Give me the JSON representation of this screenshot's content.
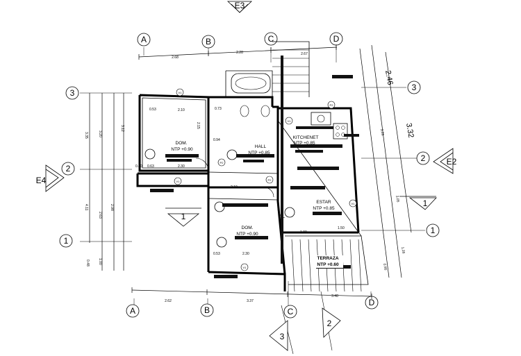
{
  "grid_axes": {
    "top": [
      "A",
      "B",
      "C",
      "D"
    ],
    "bottom": [
      "A",
      "B",
      "C",
      "D"
    ],
    "left": [
      "3",
      "2",
      "1"
    ],
    "right": [
      "3",
      "2",
      "1"
    ]
  },
  "elevation_markers": {
    "top": "E3",
    "left": "E4",
    "right": "E2"
  },
  "section_markers": {
    "left_mid": "1",
    "right_mid": "1",
    "bottom_right": "2",
    "bottom_center": "3"
  },
  "rooms": {
    "dom_upper": {
      "name": "DOM.",
      "level": "NTP +0.90"
    },
    "hall": {
      "name": "HALL",
      "level": "NTP +0.85"
    },
    "kitchenet": {
      "name": "KITCHENET",
      "level": "NTP +0.85"
    },
    "estar": {
      "name": "ESTAR",
      "level": "NTP +0.85"
    },
    "dom_lower": {
      "name": "DOM.",
      "level": "NTP +0.90"
    },
    "terraza": {
      "name": "TERRAZA",
      "level": "NTP +0.60"
    }
  },
  "dimensions": {
    "top": [
      "2.68",
      "2.28",
      "2.67"
    ],
    "bottom": [
      "2.62",
      "3.37",
      "3.48"
    ],
    "right_outer": [
      "2.46",
      "3.32"
    ],
    "right_inner": [
      "3.26",
      "3.05",
      "1.26",
      "0.95"
    ],
    "left_outer": [
      "3.35",
      "4.11"
    ],
    "left_mid": [
      "3.20",
      "2.63",
      "1.00"
    ],
    "left_inner": [
      "3.12",
      "2.98",
      "0.48"
    ],
    "inner": [
      "0.53",
      "2.10",
      "0.73",
      "2.15",
      "0.94",
      "2.30",
      "2.19",
      "0.53",
      "2.30",
      "1.00",
      "1.50",
      "0.40",
      "0.63"
    ]
  },
  "door_tags": [
    "V1",
    "V1",
    "V1",
    "V1",
    "V1",
    "P2",
    "P2",
    "P2"
  ]
}
